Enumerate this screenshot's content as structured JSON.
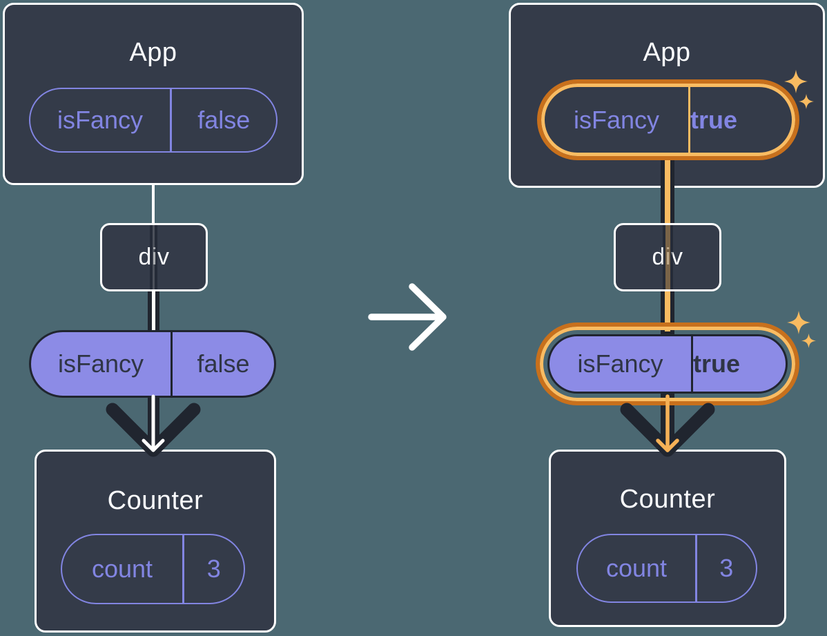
{
  "colors": {
    "background": "#4b6872",
    "node_fill": "#343b49",
    "node_border": "#ffffff",
    "purple": "#8285e2",
    "purple_fill": "#8c8be6",
    "dark_text": "#2f3545",
    "trunk_dark": "#20252f",
    "orange_dark": "#c8701c",
    "orange_light": "#fabc62",
    "sparkle": "#f8bb61"
  },
  "left_tree": {
    "app": {
      "title": "App",
      "state_pill": {
        "name": "isFancy",
        "value": "false"
      }
    },
    "div_node": {
      "label": "div"
    },
    "prop_pill": {
      "name": "isFancy",
      "value": "false"
    },
    "counter": {
      "title": "Counter",
      "state_pill": {
        "name": "count",
        "value": "3"
      }
    }
  },
  "right_tree": {
    "app": {
      "title": "App",
      "state_pill": {
        "name": "isFancy",
        "value": "true"
      }
    },
    "div_node": {
      "label": "div"
    },
    "prop_pill": {
      "name": "isFancy",
      "value": "true"
    },
    "counter": {
      "title": "Counter",
      "state_pill": {
        "name": "count",
        "value": "3"
      }
    }
  }
}
